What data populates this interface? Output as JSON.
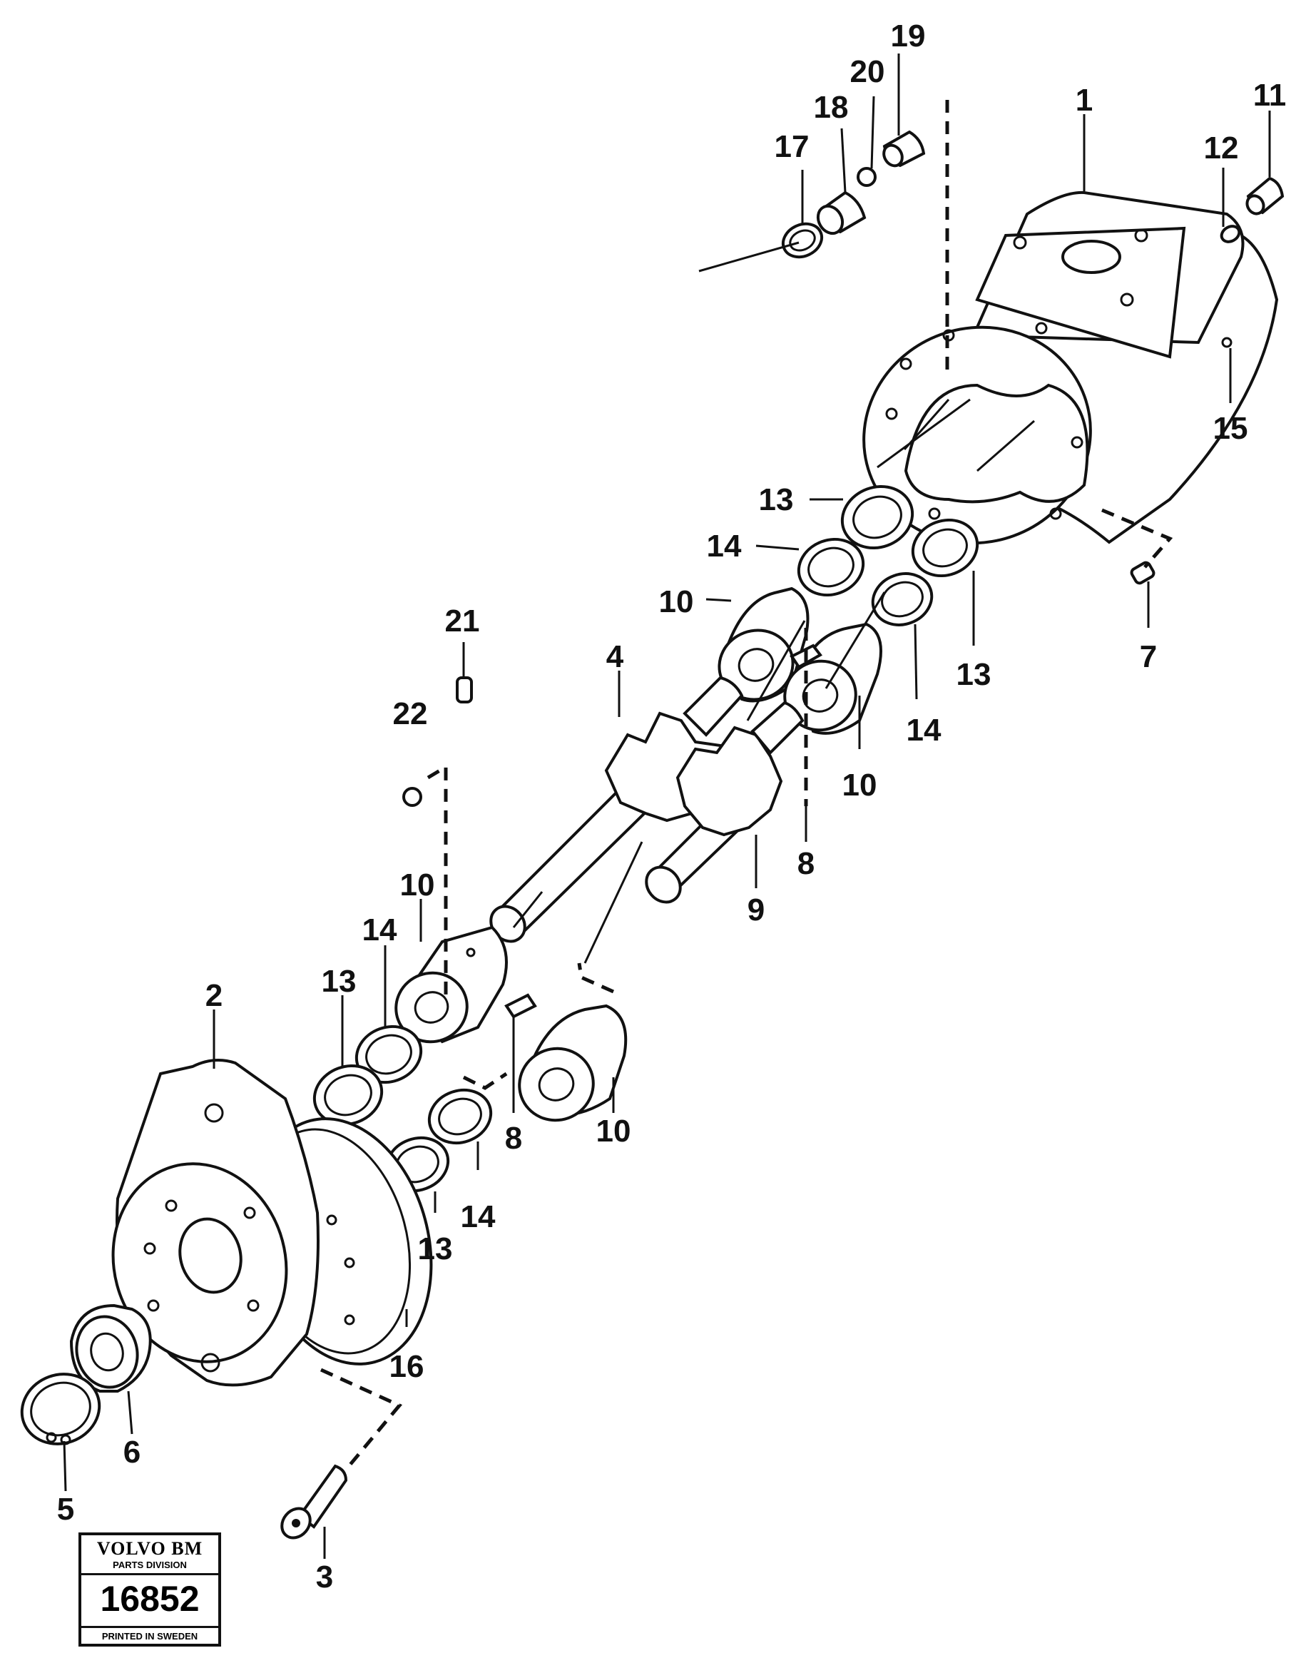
{
  "callouts": [
    {
      "id": "c1",
      "label": "1"
    },
    {
      "id": "c2",
      "label": "2"
    },
    {
      "id": "c3",
      "label": "3"
    },
    {
      "id": "c4",
      "label": "4"
    },
    {
      "id": "c5",
      "label": "5"
    },
    {
      "id": "c6",
      "label": "6"
    },
    {
      "id": "c7",
      "label": "7"
    },
    {
      "id": "c8a",
      "label": "8"
    },
    {
      "id": "c8b",
      "label": "8"
    },
    {
      "id": "c9",
      "label": "9"
    },
    {
      "id": "c10a",
      "label": "10"
    },
    {
      "id": "c10b",
      "label": "10"
    },
    {
      "id": "c10c",
      "label": "10"
    },
    {
      "id": "c10d",
      "label": "10"
    },
    {
      "id": "c11",
      "label": "11"
    },
    {
      "id": "c12",
      "label": "12"
    },
    {
      "id": "c13a",
      "label": "13"
    },
    {
      "id": "c13b",
      "label": "13"
    },
    {
      "id": "c13c",
      "label": "13"
    },
    {
      "id": "c13d",
      "label": "13"
    },
    {
      "id": "c14a",
      "label": "14"
    },
    {
      "id": "c14b",
      "label": "14"
    },
    {
      "id": "c14c",
      "label": "14"
    },
    {
      "id": "c14d",
      "label": "14"
    },
    {
      "id": "c15",
      "label": "15"
    },
    {
      "id": "c16",
      "label": "16"
    },
    {
      "id": "c17",
      "label": "17"
    },
    {
      "id": "c18",
      "label": "18"
    },
    {
      "id": "c19",
      "label": "19"
    },
    {
      "id": "c20",
      "label": "20"
    },
    {
      "id": "c21",
      "label": "21"
    },
    {
      "id": "c22",
      "label": "22"
    }
  ],
  "stamp": {
    "brand": "VOLVO BM",
    "division": "PARTS DIVISION",
    "number": "16852",
    "printed": "PRINTED IN SWEDEN"
  }
}
